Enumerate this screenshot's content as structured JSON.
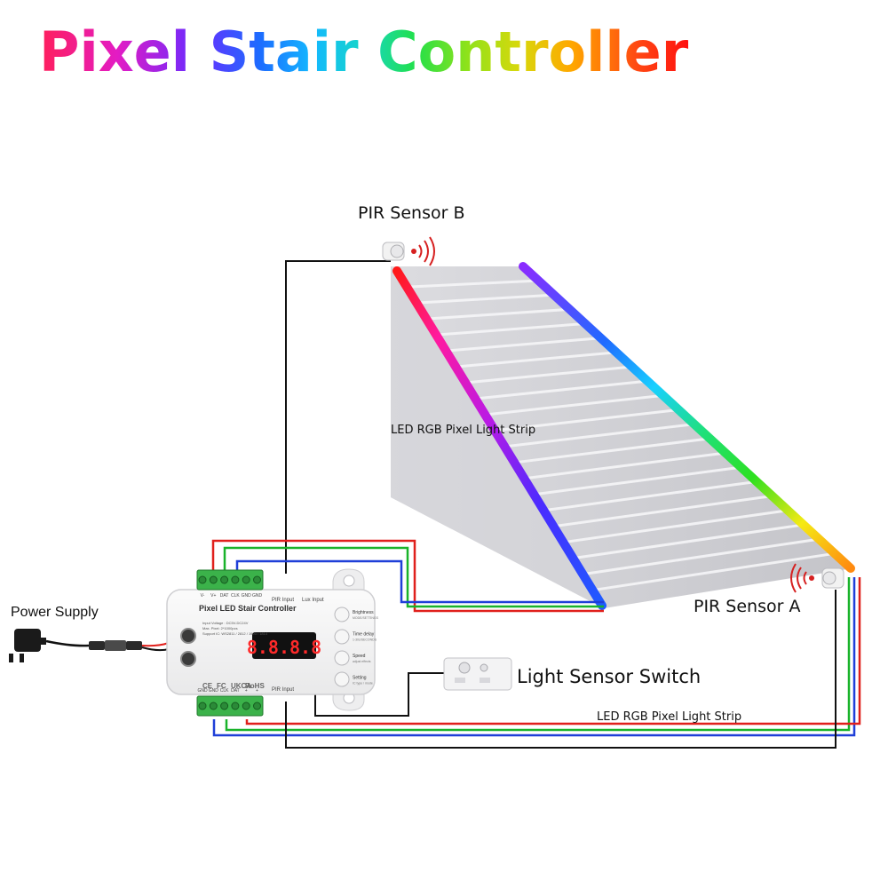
{
  "title": "Pixel Stair Controller",
  "labels": {
    "pir_sensor_b": "PIR Sensor B",
    "pir_sensor_a": "PIR Sensor A",
    "led_strip_top": "LED RGB Pixel Light Strip",
    "led_strip_bottom": "LED RGB Pixel Light Strip",
    "light_sensor_switch": "Light Sensor Switch",
    "power_supply": "Power Supply"
  },
  "controller": {
    "name": "Pixel LED Stair Controller",
    "display": "8.8.8.8",
    "top_terminals": [
      "V-",
      "V+",
      "DAT",
      "CLK",
      "GND",
      "GND"
    ],
    "top_ports": [
      "PIR Input",
      "Lux Input"
    ],
    "bottom_ports": [
      "PIR Input"
    ],
    "bottom_terminals": [
      "GND",
      "GND",
      "CLK",
      "DAT",
      "+",
      "+"
    ],
    "specs": [
      "Input Voltage : DC5V-DC24V",
      "Max. Pixel: 2*1000pcs",
      "Support IC: WS2811 / 2812 / 1903 / 1814"
    ],
    "buttons": [
      {
        "label": "Brightness",
        "sub": "MODE/SETTINGS"
      },
      {
        "label": "Time delay",
        "sub": "1-30s/SECONDS"
      },
      {
        "label": "Speed",
        "sub": "adjust effects"
      },
      {
        "label": "Setting",
        "sub": "IC type / mode"
      }
    ],
    "certifications": [
      "CE",
      "FC",
      "UKCA",
      "RoHS"
    ]
  },
  "colors": {
    "wire_red": "#e0201c",
    "wire_green": "#19b32a",
    "wire_blue": "#1f3fd8",
    "wire_black": "#111111",
    "display_red": "#ff2a2a",
    "stair_gray": "#cfcfd3"
  }
}
